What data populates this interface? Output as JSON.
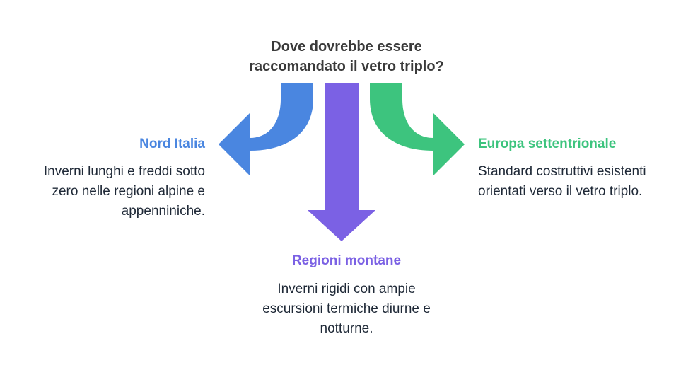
{
  "question": {
    "line1": "Dove dovrebbe essere",
    "line2": "raccomandato il vetro triplo?"
  },
  "options": {
    "left": {
      "title": "Nord Italia",
      "color": "#4a86e0",
      "desc": [
        "Inverni lunghi e freddi sotto",
        "zero nelle regioni alpine e",
        "appenniniche."
      ]
    },
    "center": {
      "title": "Regioni montane",
      "color": "#7b61e4",
      "desc": [
        "Inverni rigidi con ampie",
        "escursioni termiche diurne e",
        "notturne."
      ]
    },
    "right": {
      "title": "Europa settentrionale",
      "color": "#3dc47e",
      "desc": [
        "Standard costruttivi esistenti",
        "orientati verso il vetro triplo."
      ]
    }
  }
}
